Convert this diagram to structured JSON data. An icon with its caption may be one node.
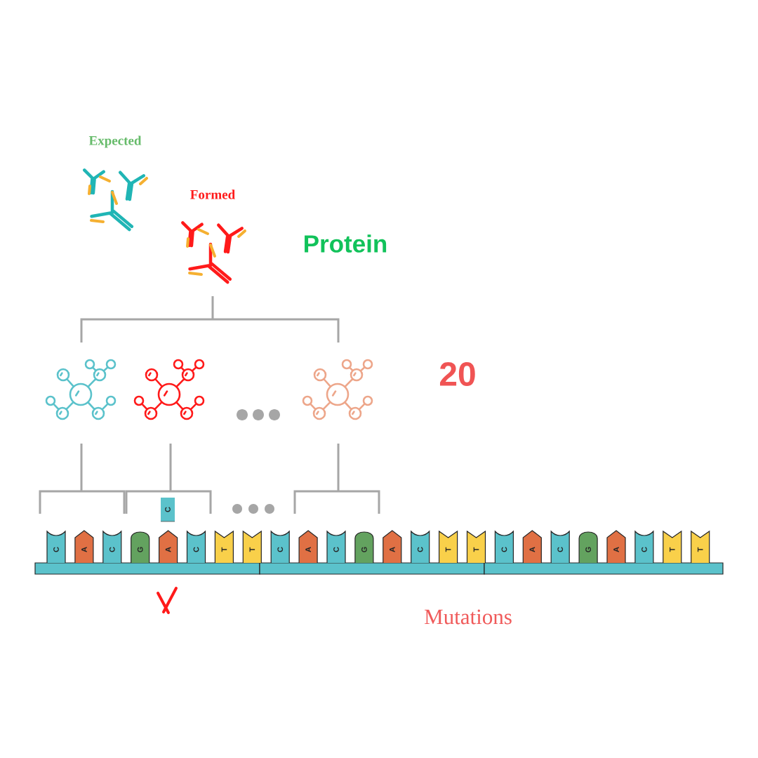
{
  "diagram": {
    "nodes": [
      {
        "text": [
          "C"
        ]
      },
      {
        "text": [
          "C"
        ]
      },
      {
        "text": [
          "A"
        ]
      },
      {
        "text": [
          "C"
        ]
      },
      {
        "text": [
          "G"
        ]
      },
      {
        "text": [
          "A"
        ]
      },
      {
        "text": [
          "C"
        ]
      },
      {
        "text": [
          "T"
        ]
      },
      {
        "text": [
          "T"
        ]
      },
      {
        "text": [
          "C"
        ]
      },
      {
        "text": [
          "A"
        ]
      },
      {
        "text": [
          "C"
        ]
      },
      {
        "text": [
          "G"
        ]
      },
      {
        "text": [
          "A"
        ]
      },
      {
        "text": [
          "C"
        ]
      },
      {
        "text": [
          "T"
        ]
      },
      {
        "text": [
          "T"
        ]
      },
      {
        "text": [
          "C"
        ]
      },
      {
        "text": [
          "A"
        ]
      },
      {
        "text": [
          "C"
        ]
      },
      {
        "text": [
          "G"
        ]
      },
      {
        "text": [
          "A"
        ]
      },
      {
        "text": [
          "C"
        ]
      },
      {
        "text": [
          "T"
        ]
      },
      {
        "text": [
          "T"
        ]
      }
    ],
    "labels": [
      "Expected",
      "Formed",
      "Protein",
      "20",
      "Mutations"
    ]
  }
}
